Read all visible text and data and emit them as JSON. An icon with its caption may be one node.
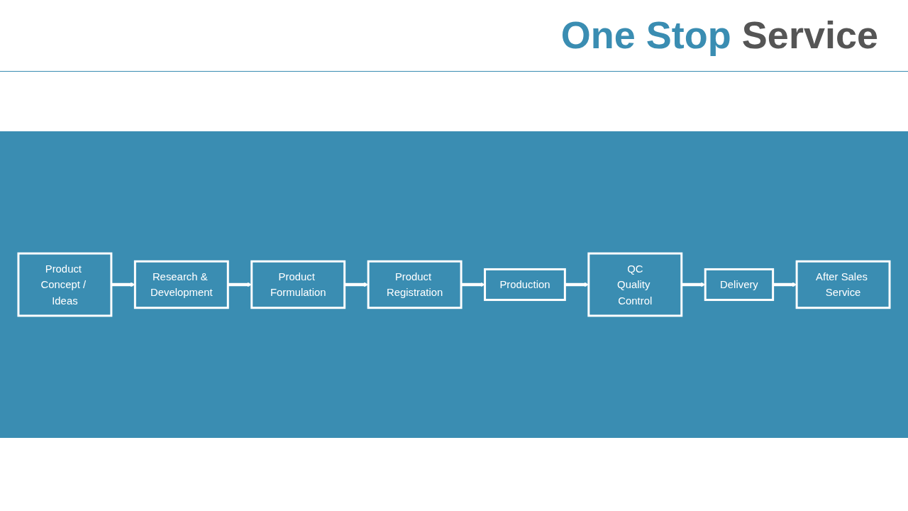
{
  "diagram": {
    "title": "One Stop Service",
    "nodes": [
      {
        "text": [
          "Product Concept / Ideas"
        ]
      },
      {
        "text": [
          "Research & Development"
        ]
      },
      {
        "text": [
          "Product Formulation"
        ]
      },
      {
        "text": [
          "Product Registration"
        ]
      },
      {
        "text": [
          "Production"
        ]
      },
      {
        "text": [
          "QC",
          "Quality Control"
        ]
      },
      {
        "text": [
          "Delivery"
        ]
      },
      {
        "text": [
          "After Sales Service"
        ]
      }
    ],
    "edges": [
      {
        "from": 0,
        "to": 1,
        "arrow": "to"
      },
      {
        "from": 1,
        "to": 2,
        "arrow": "to"
      },
      {
        "from": 2,
        "to": 3,
        "arrow": "to"
      },
      {
        "from": 3,
        "to": 4,
        "arrow": "to"
      },
      {
        "from": 4,
        "to": 5,
        "arrow": "to"
      },
      {
        "from": 5,
        "to": 6,
        "arrow": "to"
      },
      {
        "from": 6,
        "to": 7,
        "arrow": "to"
      }
    ]
  }
}
